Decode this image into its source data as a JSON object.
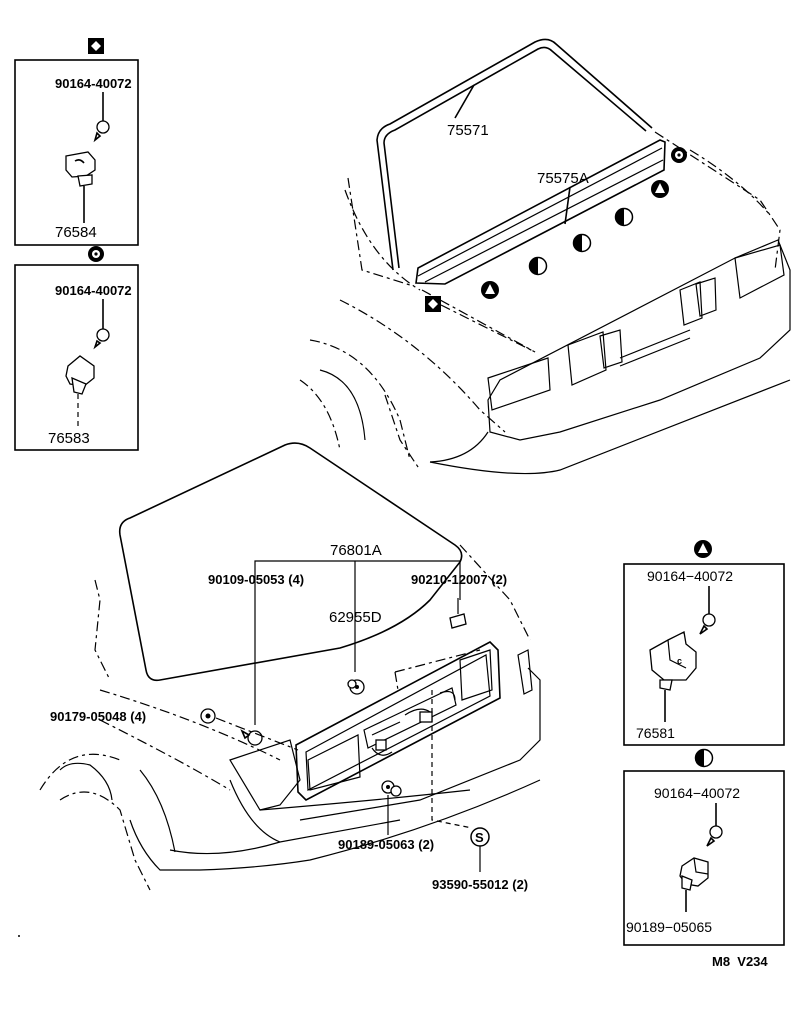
{
  "callouts": {
    "top_left": {
      "symbol": "filled-diamond",
      "part_upper": "90164-40072",
      "part_lower": "76584"
    },
    "mid_left": {
      "symbol": "circle-dot",
      "part_upper": "90164-40072",
      "part_lower": "76583"
    },
    "right_upper": {
      "symbol": "filled-triangle",
      "part_upper": "90164−40072",
      "part_lower": "76581"
    },
    "right_lower": {
      "symbol": "half-filled-circle",
      "part_upper": "90164−40072",
      "part_lower": "90189−05065"
    }
  },
  "upper_view": {
    "moulding_part": "75571",
    "spoiler_part": "75575A"
  },
  "lower_view": {
    "garnish_part": "76801A",
    "emblem_part": "62955D",
    "screw_a": "90109-05053 (4)",
    "clip_a": "90210-12007 (2)",
    "nut_a": "90179-05048 (4)",
    "nut_b": "90189-05063 (2)",
    "s_marker": "S",
    "seal_part": "93590-55012 (2)"
  },
  "footer": {
    "code": "M8  V234"
  }
}
